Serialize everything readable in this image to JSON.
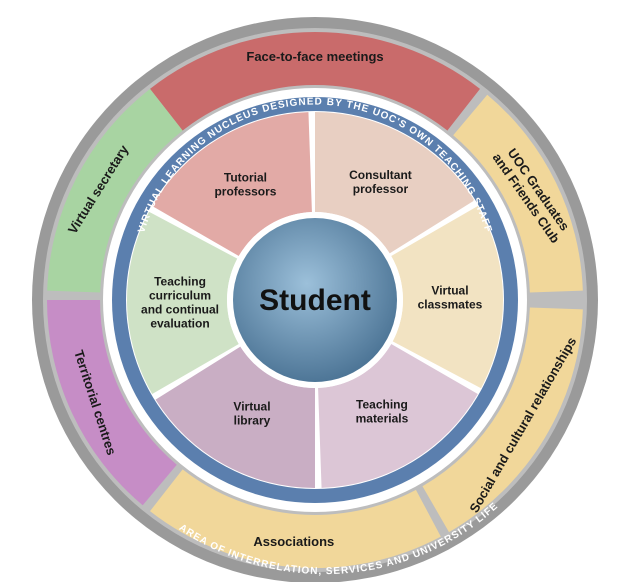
{
  "center": {
    "label": "Student"
  },
  "inner_band_text": "VIRTUAL LEARNING NUCLEUS DESIGNED BY THE UOC'S OWN TEACHING STAFF",
  "outer_band_text": "AREA OF INTERRELATION, SERVICES AND UNIVERSITY LIFE",
  "outer_segments": [
    {
      "id": "face-to-face",
      "label": "Face-to-face meetings",
      "color": "#c96b6b"
    },
    {
      "id": "uoc-graduates",
      "label": "UOC Graduates and Friends Club",
      "color": "#f1d79a"
    },
    {
      "id": "social-cultural",
      "label": "Social and cultural relationships",
      "color": "#f1d79a"
    },
    {
      "id": "associations",
      "label": "Associations",
      "color": "#f1d79a"
    },
    {
      "id": "territorial",
      "label": "Territorial centres",
      "color": "#c68dc6"
    },
    {
      "id": "virtual-secretary",
      "label": "Virtual secretary",
      "color": "#a8d4a2"
    }
  ],
  "inner_wedges": [
    {
      "id": "consultant",
      "lines": [
        "Consultant",
        "professor"
      ],
      "color": "#e8cfc2"
    },
    {
      "id": "classmates",
      "lines": [
        "Virtual",
        "classmates"
      ],
      "color": "#f2e3c2"
    },
    {
      "id": "teaching-materials",
      "lines": [
        "Teaching",
        "materials"
      ],
      "color": "#dcc6d6"
    },
    {
      "id": "virtual-library",
      "lines": [
        "Virtual",
        "library"
      ],
      "color": "#c9aec4"
    },
    {
      "id": "teaching-curriculum",
      "lines": [
        "Teaching",
        "curriculum",
        "and continual",
        "evaluation"
      ],
      "color": "#cfe2c6"
    },
    {
      "id": "tutorial",
      "lines": [
        "Tutorial",
        "professors"
      ],
      "color": "#e2aaa6"
    }
  ],
  "colors": {
    "outer_rim": "#9a9a9a",
    "white_ring": "#ffffff",
    "blue_band": "#5b7fae",
    "center_fill": "#6f95b5"
  }
}
